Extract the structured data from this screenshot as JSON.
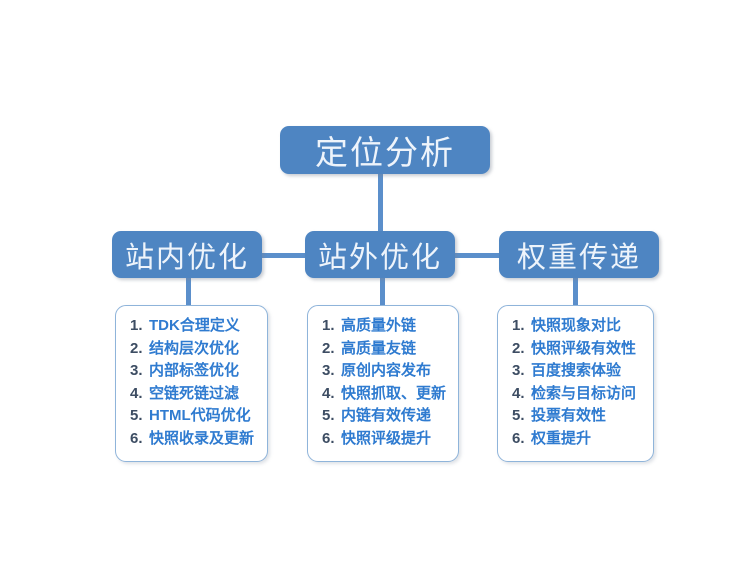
{
  "diagram": {
    "title_node": {
      "label": "定位分析"
    },
    "branches": [
      {
        "label": "站内优化"
      },
      {
        "label": "站外优化"
      },
      {
        "label": "权重传递"
      }
    ],
    "lists": [
      {
        "name": "on-site-optimization-list",
        "items": [
          "TDK合理定义",
          "结构层次优化",
          "内部标签优化",
          "空链死链过滤",
          "HTML代码优化",
          "快照收录及更新"
        ]
      },
      {
        "name": "off-site-optimization-list",
        "items": [
          "高质量外链",
          "高质量友链",
          "原创内容发布",
          "快照抓取、更新",
          "内链有效传递",
          "快照评级提升"
        ]
      },
      {
        "name": "weight-transfer-list",
        "items": [
          "快照现象对比",
          "快照评级有效性",
          "百度搜索体验",
          "检索与目标访问",
          "投票有效性",
          "权重提升"
        ]
      }
    ],
    "colors": {
      "node_fill": "#4e85c2",
      "node_text": "#eef4fb",
      "connector": "#5b8fcb",
      "card_border": "#8fb4da",
      "list_text": "#2f7bd0",
      "list_number": "#3d4d63",
      "background": "#ffffff"
    }
  }
}
